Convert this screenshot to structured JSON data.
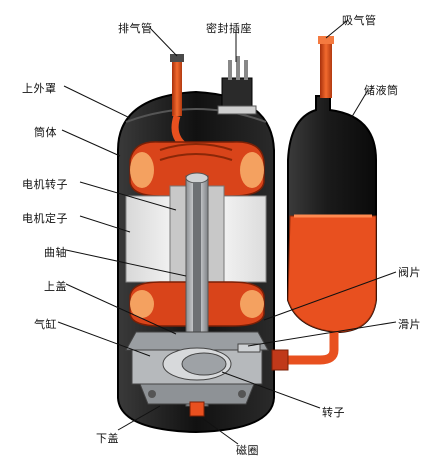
{
  "labels": {
    "discharge_pipe": "排气管",
    "sealed_socket": "密封插座",
    "suction_pipe": "吸气管",
    "upper_cover": "上外罩",
    "accumulator": "储液筒",
    "shell": "筒体",
    "motor_rotor": "电机转子",
    "motor_stator": "电机定子",
    "crankshaft": "曲轴",
    "upper_bearing": "上盖",
    "valve_plate": "阀片",
    "cylinder": "气缸",
    "sliding_vane": "滑片",
    "roller": "转子",
    "lower_cover": "下盖",
    "magnetic_ring": "磁圈"
  },
  "colors": {
    "shell": "#1b1b1b",
    "copper": "#e8501f",
    "steel": "#b9bcbf",
    "stator": "#f3f3f3"
  }
}
